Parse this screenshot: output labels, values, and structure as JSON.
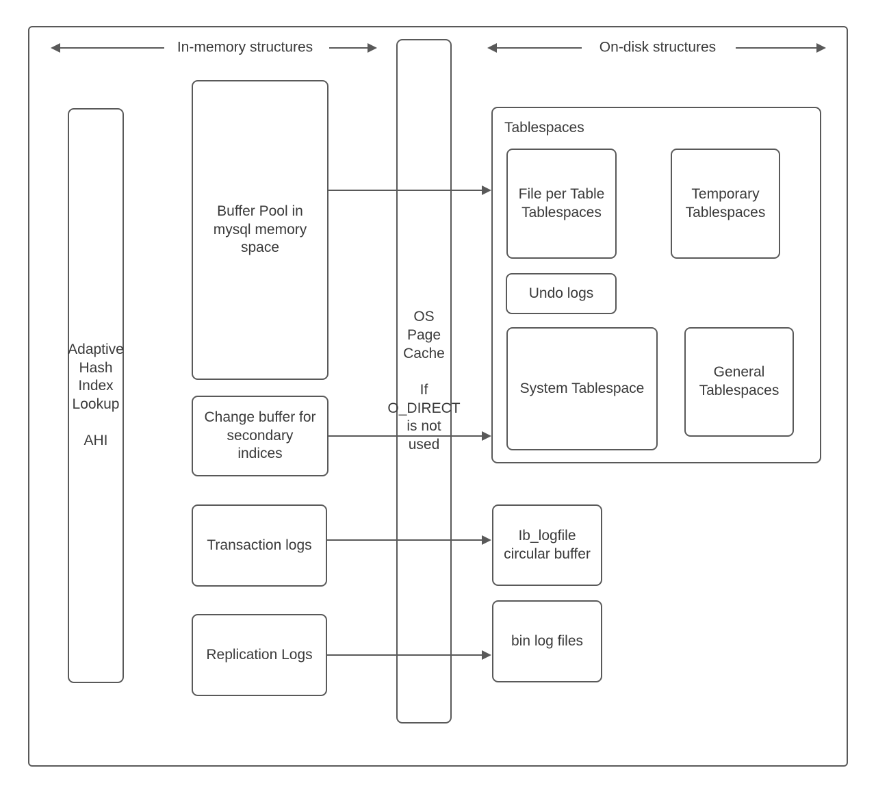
{
  "header": {
    "in_memory_label": "In-memory structures",
    "on_disk_label": "On-disk structures"
  },
  "in_memory": {
    "adaptive_hash_index": "Adaptive\nHash\nIndex\nLookup\n\nAHI",
    "buffer_pool": "Buffer Pool in\nmysql memory\nspace",
    "change_buffer": "Change buffer for\nsecondary\nindices",
    "transaction_logs": "Transaction logs",
    "replication_logs": "Replication Logs"
  },
  "os_page_cache": "OS\nPage\nCache\n\nIf\nO_DIRECT\nis not\nused",
  "on_disk": {
    "tablespaces": {
      "label": "Tablespaces",
      "file_per_table": "File per Table\nTablespaces",
      "temporary": "Temporary\nTablespaces",
      "undo_logs": "Undo logs",
      "system": "System Tablespace",
      "general": "General\nTablespaces"
    },
    "ib_logfile": "Ib_logfile\ncircular buffer",
    "bin_log_files": "bin log files"
  },
  "colors": {
    "line": "#595959",
    "text": "#3a3a3a",
    "background": "#ffffff"
  }
}
